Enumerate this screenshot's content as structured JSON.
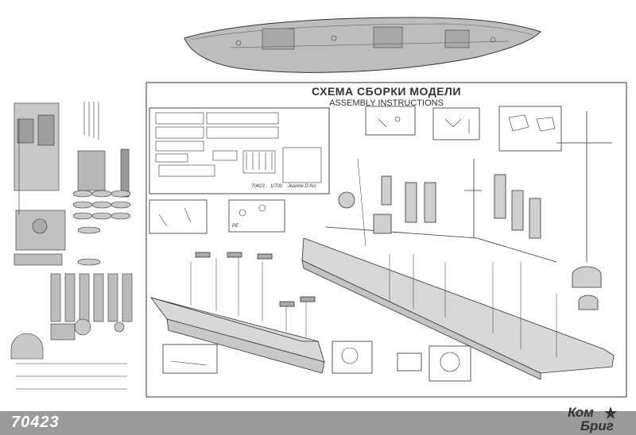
{
  "instructions": {
    "title_ru": "СХЕМА СБОРКИ МОДЕЛИ",
    "title_en": "ASSEMBLY INSTRUCTIONS"
  },
  "photoetch": {
    "code": "70423",
    "scale": "1/700",
    "ship_name": "Jeanne D'Arc"
  },
  "footer": {
    "kit_number": "70423",
    "brand_line1": "Ком",
    "brand_line2": "Бриг"
  },
  "callout_label": "PE",
  "colors": {
    "line": "#333333",
    "hull_fill": "#bdbdbd",
    "bar": "#9a9a9a"
  }
}
